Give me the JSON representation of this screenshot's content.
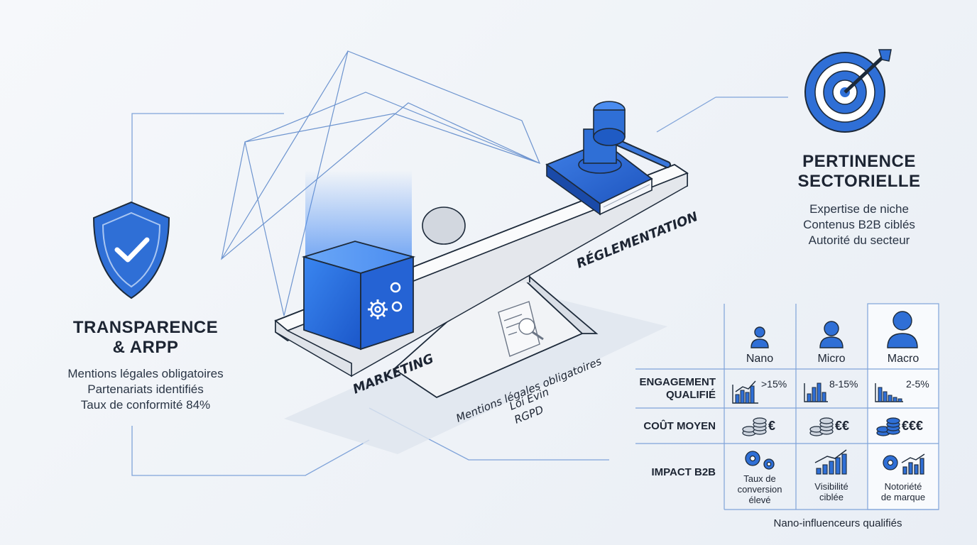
{
  "left_panel": {
    "title_line1": "TRANSPARENCE",
    "title_line2": "& ARPP",
    "lines": [
      "Mentions légales obligatoires",
      "Partenariats identifiés",
      "Taux de conformité 84%"
    ],
    "icon": "shield-check-icon"
  },
  "right_panel": {
    "title_line1": "PERTINENCE",
    "title_line2": "SECTORIELLE",
    "lines": [
      "Expertise de niche",
      "Contenus B2B ciblés",
      "Autorité du secteur"
    ],
    "icon": "target-arrow-icon"
  },
  "seesaw": {
    "left_label": "MARKETING",
    "right_label": "RÉGLEMENTATION",
    "fulcrum_lines": [
      "Mentions légales obligatoires",
      "Loi Evin",
      "RGPD"
    ],
    "left_icon": "gears-cube-icon",
    "right_icon": "gavel-book-icon",
    "fulcrum_icon": "document-magnifier-icon"
  },
  "table": {
    "columns": [
      "Nano",
      "Micro",
      "Macro"
    ],
    "rows": {
      "engagement": {
        "label_line1": "ENGAGEMENT",
        "label_line2": "QUALIFIÉ",
        "values": [
          ">15%",
          "8-15%",
          "2-5%"
        ]
      },
      "cost": {
        "label": "COÛT MOYEN",
        "values": [
          "€",
          "€€",
          "€€€"
        ]
      },
      "impact": {
        "label": "IMPACT B2B",
        "values": [
          [
            "Taux de",
            "conversion",
            "élevé"
          ],
          [
            "Visibilité",
            "ciblée"
          ],
          [
            "Notoriété",
            "de marque"
          ]
        ]
      }
    },
    "caption": "Nano-influenceurs qualifiés"
  },
  "colors": {
    "accent": "#2f6fd6",
    "accent_dark": "#1a4aa8",
    "line": "#7fa3d9",
    "outline": "#1d2a3a"
  }
}
